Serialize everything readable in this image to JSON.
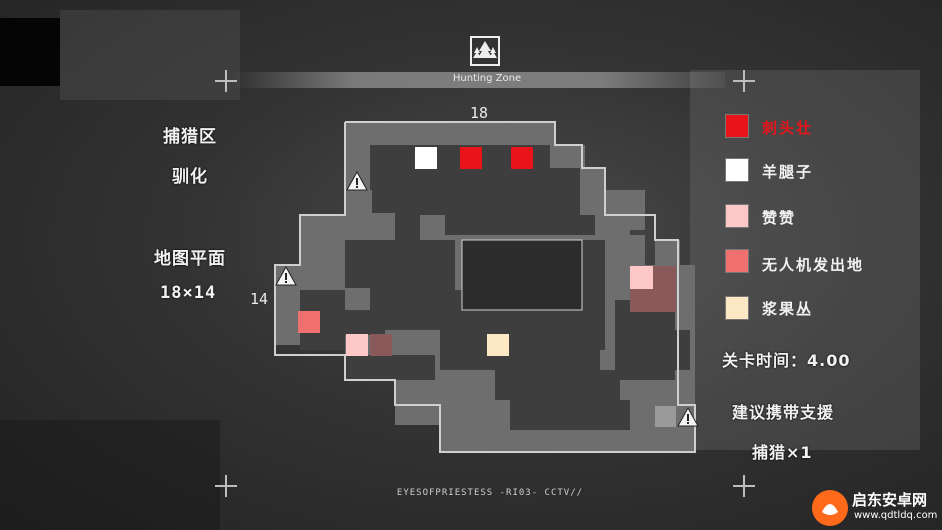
{
  "header": {
    "title": "Hunting Zone",
    "icon": "forest-emblem-icon"
  },
  "left_panel": {
    "line1": "捕猎区",
    "line2": "驯化",
    "line3": "地图平面",
    "line4": "18×14"
  },
  "map": {
    "width_label": "18",
    "height_label": "14",
    "warning_icon": "warning-triangle-icon"
  },
  "legend": {
    "items": [
      {
        "label": "刺头壮",
        "color": "#e8141a",
        "text_color": "#e8141a"
      },
      {
        "label": "羊腿子",
        "color": "#ffffff",
        "text_color": "#f2f2f2"
      },
      {
        "label": "赞赞",
        "color": "#ffc8c8",
        "text_color": "#f2f2f2"
      },
      {
        "label": "无人机发出地",
        "color": "#f07070",
        "text_color": "#f2f2f2"
      },
      {
        "label": "浆果丛",
        "color": "#fce8c4",
        "text_color": "#f2f2f2"
      }
    ],
    "time_label": "关卡时间：4.00",
    "support_line1": "建议携带支援",
    "support_line2": "捕猎×1"
  },
  "footer": {
    "text": "EYESOFPRIESTESS -RI03- CCTV//"
  },
  "watermark": {
    "site": "启东安卓网",
    "url": "www.qdtldq.com"
  },
  "colors": {
    "map_outline": "#cfcfcf",
    "floor": "#5a5a5a",
    "wall": "#3a3a3a",
    "light_floor": "#6e6e6e"
  }
}
